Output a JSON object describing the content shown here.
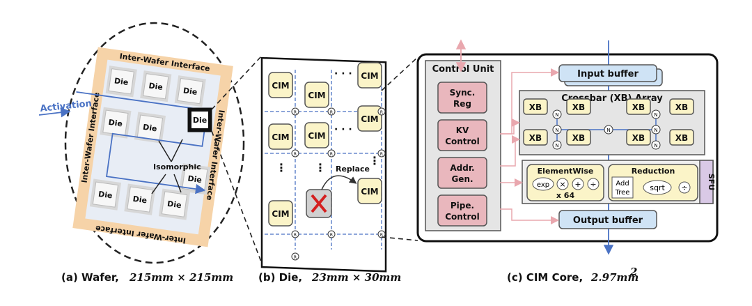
{
  "wafer": {
    "interface_top": "Inter-Wafer Interface",
    "interface_left": "Inter-Wafer Interface",
    "interface_right": "Inter-Wafer Interface",
    "interface_bottom": "Inter-Wafer Interface",
    "die_label": "Die",
    "activation_label": "Activation",
    "isomorphic_label": "Isomorphic"
  },
  "die": {
    "cim_label": "CIM",
    "router_label": "R",
    "replace_label": "Replace",
    "ellipsis_h": "· · ·",
    "ellipsis_v": "⋮"
  },
  "core": {
    "control_unit_title": "Control Unit",
    "control_items": [
      {
        "line1": "Sync.",
        "line2": "Reg"
      },
      {
        "line1": "KV",
        "line2": "Control"
      },
      {
        "line1": "Addr.",
        "line2": "Gen."
      },
      {
        "line1": "Pipe.",
        "line2": "Control"
      }
    ],
    "input_buffer": "Input buffer",
    "output_buffer": "Output buffer",
    "crossbar_title": "Crossbar (XB) Array",
    "xb_label": "XB",
    "node_label": "N",
    "elementwise_title": "ElementWise",
    "elementwise_ops": [
      "exp",
      "×",
      "+",
      "÷"
    ],
    "elementwise_count": "x 64",
    "reduction_title": "Reduction",
    "reduction_tree_line1": "Add",
    "reduction_tree_line2": "Tree",
    "reduction_sqrt": "sqrt",
    "reduction_div": "÷",
    "sfu_label": "SFU"
  },
  "captions": {
    "a_prefix": "(a)  Wafer,",
    "a_math": "215mm × 215mm",
    "b_prefix": "(b) Die,",
    "b_math": "23mm × 30mm",
    "c_prefix": "(c) CIM Core,",
    "c_math": "2.97mm",
    "c_sup": "2"
  },
  "colors": {
    "die_fill": "#f7f7f7",
    "interface": "#f6d3a8",
    "cim_fill": "#fbf4c8",
    "control_fill": "#e9b7bd",
    "buffer_fill": "#cfe3f5",
    "arrow_blue": "#4a72c4",
    "arrow_pink": "#e9a7ae",
    "sfu_fill": "#d9c9e6"
  }
}
